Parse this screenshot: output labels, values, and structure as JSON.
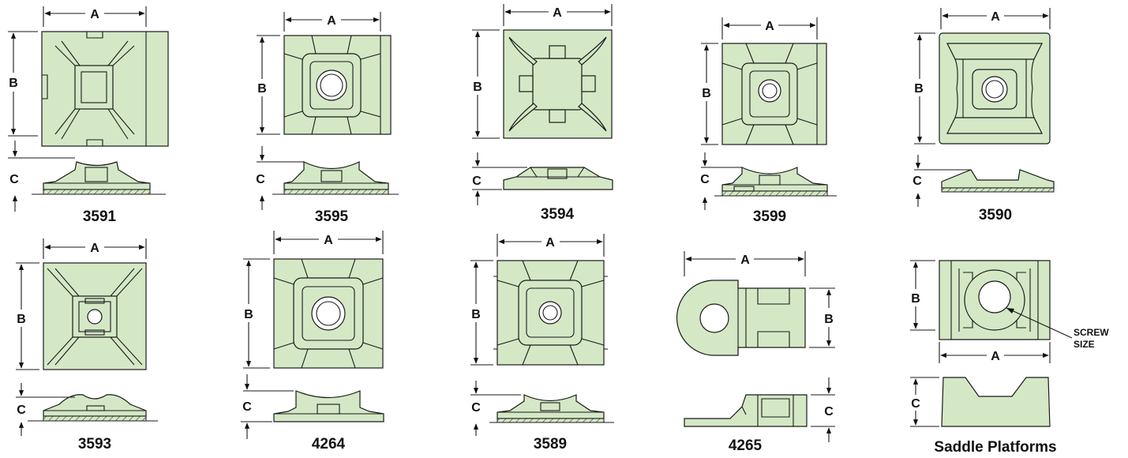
{
  "dimension_labels": {
    "a": "A",
    "b": "B",
    "c": "C"
  },
  "parts": [
    {
      "id": "3591",
      "label": "3591"
    },
    {
      "id": "3595",
      "label": "3595"
    },
    {
      "id": "3594",
      "label": "3594"
    },
    {
      "id": "3599",
      "label": "3599"
    },
    {
      "id": "3590",
      "label": "3590"
    },
    {
      "id": "3593",
      "label": "3593"
    },
    {
      "id": "4264",
      "label": "4264"
    },
    {
      "id": "3589",
      "label": "3589"
    },
    {
      "id": "4265",
      "label": "4265"
    },
    {
      "id": "saddle",
      "label": "Saddle Platforms"
    }
  ],
  "callout": {
    "line1": "SCREW",
    "line2": "SIZE"
  },
  "colors": {
    "part_fill": "#d4e8c6",
    "outline": "#1a1a1a",
    "background": "#ffffff"
  }
}
